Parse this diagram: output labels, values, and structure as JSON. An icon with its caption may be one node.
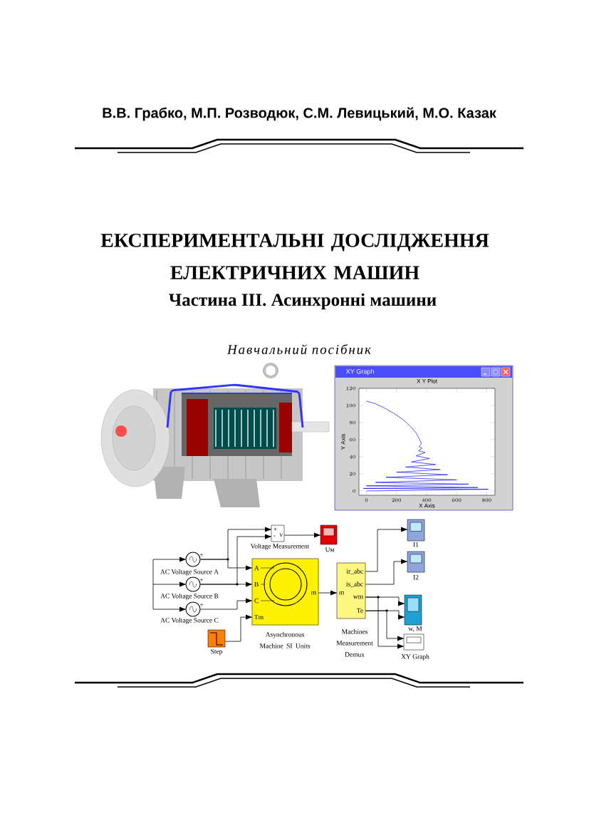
{
  "diagram": {
    "title": "ЕКСПЕРИМЕНТАЛЬНІ ДОСЛІДЖЕННЯ ЕЛЕКТРИЧНИХ МАШИН",
    "labels": [
      "В.В. Грабко, М.П. Розводюк, С.М. Левицький, М.О. Казак",
      "Частина III. Асинхронні машини",
      "Навчальний посібник",
      "XY Graph",
      "+",
      "+",
      "+"
    ],
    "nodes": [
      {
        "text": [],
        "shape": "circle",
        "beside": [
          "AC Voltage Source A"
        ]
      },
      {
        "text": [],
        "shape": "circle",
        "beside": [
          "AC Voltage Source B"
        ]
      },
      {
        "text": [],
        "shape": "circle",
        "beside": [
          "AC Voltage Source C"
        ]
      },
      {
        "text": [
          "+",
          "-",
          "v"
        ],
        "beside": [
          "Voltage Measurement"
        ]
      },
      {
        "text": [],
        "shape": "box",
        "beside": [
          "Uм"
        ]
      },
      {
        "text": [
          "A",
          "B",
          "C",
          "Tm",
          "m"
        ],
        "beside": [
          "Asynchronous Machine SI Units"
        ]
      },
      {
        "text": [],
        "shape": "box",
        "beside": [
          "Step"
        ]
      },
      {
        "text": [
          "m",
          "ir_abc",
          "is_abc",
          "wm",
          "Te"
        ],
        "beside": [
          "Machines Measurement Demux"
        ]
      },
      {
        "text": [],
        "shape": "box",
        "beside": [
          "I1"
        ]
      },
      {
        "text": [],
        "shape": "box",
        "beside": [
          "I2"
        ]
      },
      {
        "text": [],
        "shape": "box",
        "beside": [
          "w, M"
        ]
      },
      {
        "text": [],
        "shape": "box",
        "beside": [
          "XY Graph"
        ]
      }
    ],
    "edges": [
      {
        "from": null,
        "to": 0,
        "arrow": "to"
      },
      {
        "from": null,
        "to": 1,
        "arrow": "to"
      },
      {
        "from": null,
        "to": 2,
        "arrow": "to"
      },
      {
        "from": 0,
        "to": 3,
        "arrow": "to"
      },
      {
        "from": 0,
        "to": 5,
        "arrow": "to"
      },
      {
        "from": 1,
        "to": 3,
        "arrow": "to"
      },
      {
        "from": 1,
        "to": 5,
        "arrow": "to"
      },
      {
        "from": 2,
        "to": 5,
        "arrow": "to"
      },
      {
        "from": 6,
        "to": 5,
        "arrow": "to"
      },
      {
        "from": 3,
        "to": 4,
        "arrow": "to"
      },
      {
        "from": 5,
        "to": 7,
        "arrow": "to"
      },
      {
        "from": 7,
        "to": 8,
        "arrow": "to"
      },
      {
        "from": 7,
        "to": 9,
        "arrow": "to"
      },
      {
        "from": 7,
        "to": 10,
        "arrow": "to"
      },
      {
        "from": 7,
        "to": 11,
        "arrow": "to"
      },
      {
        "from": 7,
        "to": 10,
        "arrow": "to"
      },
      {
        "from": 7,
        "to": 11,
        "arrow": "to"
      }
    ],
    "chart_data": {
      "type": "line",
      "title": "X Y Plot",
      "xlabel": "X Axis",
      "ylabel": "Y Axis",
      "x": [
        0,
        60,
        120,
        180,
        240,
        290,
        330,
        345,
        360,
        365,
        350,
        370,
        345,
        390,
        330,
        420,
        300,
        460,
        260,
        490,
        200,
        540,
        130,
        600,
        60,
        680,
        0,
        740,
        -20,
        810,
        0
      ],
      "series": [
        {
          "color": "#0000ff",
          "values": [
            105,
            102,
            97,
            91,
            84,
            76,
            68,
            63,
            58,
            55,
            52,
            50,
            47,
            45,
            41,
            38,
            34,
            31,
            28,
            25,
            22,
            19,
            16,
            13,
            10,
            8,
            6,
            4,
            3,
            2,
            0
          ]
        }
      ],
      "xlim": [
        -50,
        855
      ],
      "ylim": [
        -5,
        120
      ],
      "xticks": [
        0,
        200,
        400,
        600,
        800
      ],
      "yticks": [
        0,
        20,
        40,
        60,
        80,
        100,
        120
      ]
    }
  }
}
